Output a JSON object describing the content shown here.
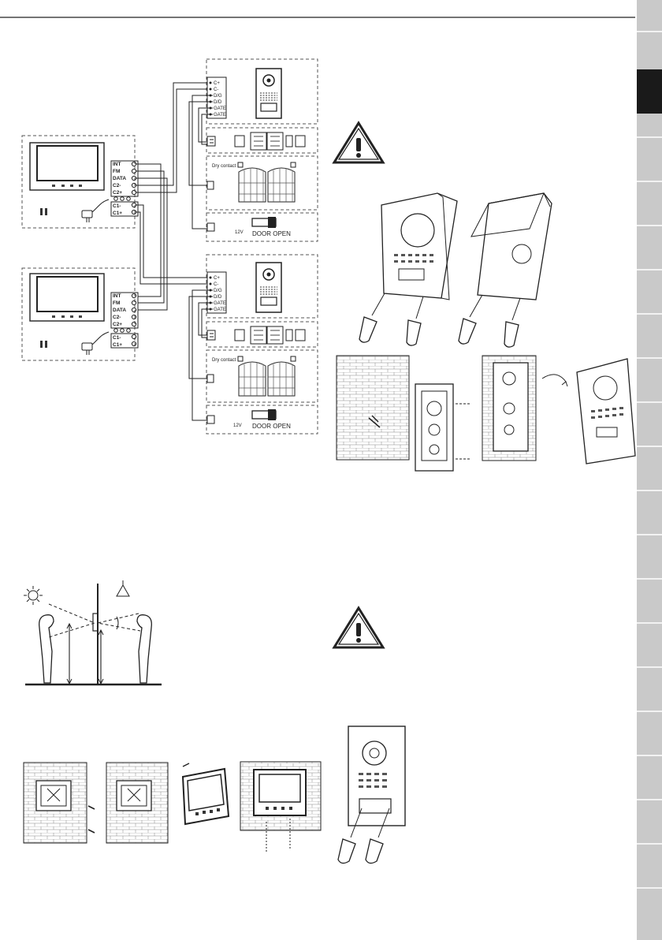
{
  "monitor_terminals": [
    "INT",
    "FM",
    "DATA",
    "C2-",
    "C2+",
    "C1-",
    "C1+"
  ],
  "outdoor_terminals": [
    "C+",
    "C-",
    "D/G",
    "D/D",
    "GATE",
    "GATE"
  ],
  "volt_label": "12V",
  "volt_label2": "12V",
  "dry_contact": "Dry contact",
  "door_open": "DOOR OPEN",
  "colors": {
    "line": "#222222",
    "dash": "#555555",
    "tab": "#c9c9c9",
    "tab_active": "#1a1a1a"
  }
}
